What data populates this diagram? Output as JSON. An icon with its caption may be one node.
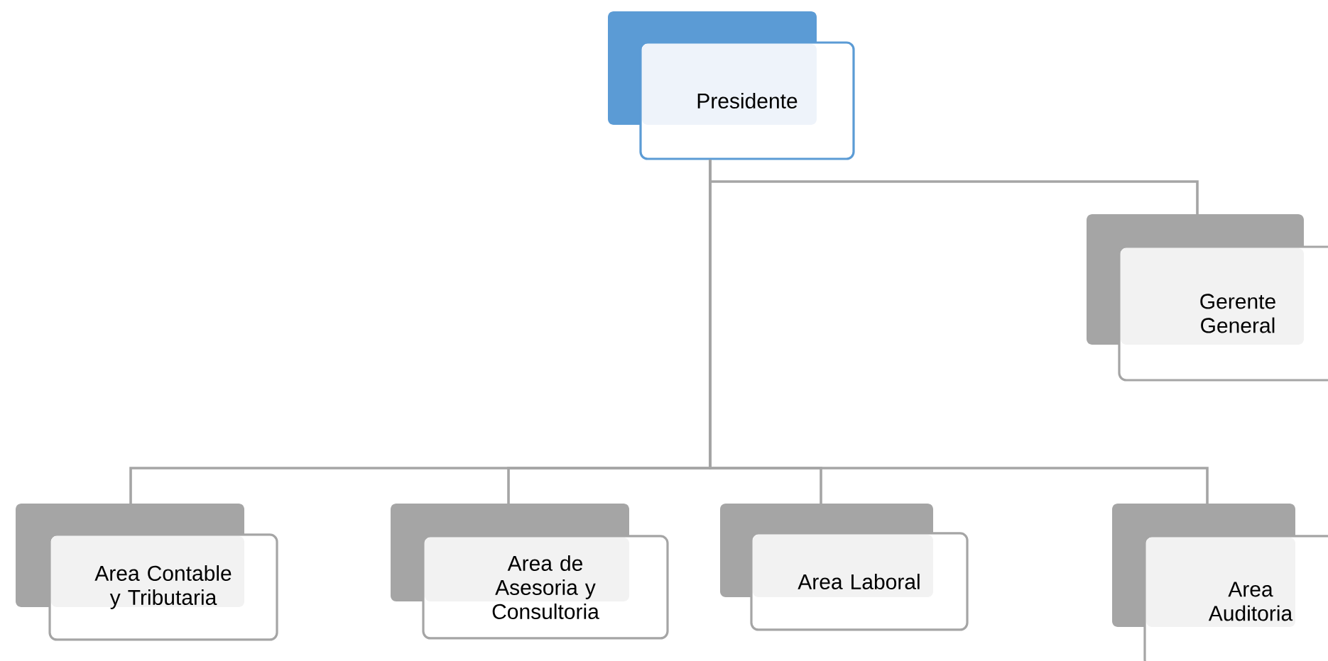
{
  "diagram": {
    "nodes": [
      {
        "text": [
          "Presidente"
        ]
      },
      {
        "text": [
          "Gerente General"
        ]
      },
      {
        "text": [
          "Area Contable y Tributaria"
        ]
      },
      {
        "text": [
          "Area de Asesoria y Consultoria"
        ]
      },
      {
        "text": [
          "Area Laboral"
        ]
      },
      {
        "text": [
          "Area Auditoria"
        ]
      }
    ],
    "edges": [
      {
        "from": 0,
        "to": 1,
        "arrow": "none"
      },
      {
        "from": 0,
        "to": 2,
        "arrow": "none"
      },
      {
        "from": 0,
        "to": 3,
        "arrow": "none"
      },
      {
        "from": 0,
        "to": 4,
        "arrow": "none"
      },
      {
        "from": 0,
        "to": 5,
        "arrow": "none"
      }
    ]
  }
}
